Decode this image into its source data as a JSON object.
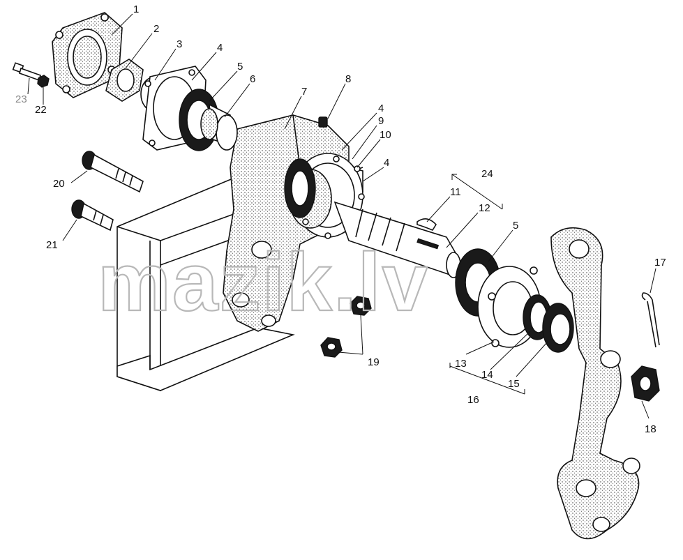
{
  "watermark": "mazik.lv",
  "labels": {
    "p1": "1",
    "p2": "2",
    "p3": "3",
    "p4a": "4",
    "p5a": "5",
    "p6": "6",
    "p7": "7",
    "p8": "8",
    "p4b": "4",
    "p9": "9",
    "p10": "10",
    "p4c": "4",
    "p24": "24",
    "p11": "11",
    "p12": "12",
    "p5b": "5",
    "p17": "17",
    "p20": "20",
    "p21": "21",
    "p23": "23",
    "p22": "22",
    "p19": "19",
    "p13": "13",
    "p14": "14",
    "p15": "15",
    "p16": "16",
    "p18": "18"
  }
}
